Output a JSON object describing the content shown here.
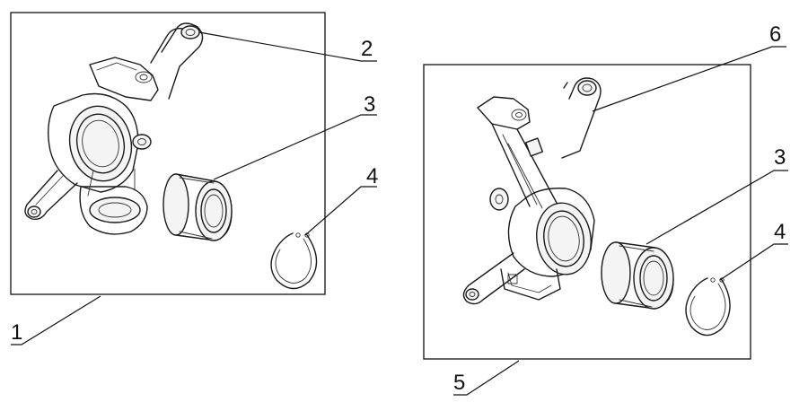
{
  "callouts": {
    "kit_left": "1",
    "arm_left": "2",
    "bearing_left": "3",
    "ring_left": "4",
    "kit_right": "5",
    "arm_right": "6",
    "bearing_right": "3",
    "ring_right": "4"
  },
  "colors": {
    "line": "#111111",
    "background": "#ffffff"
  }
}
